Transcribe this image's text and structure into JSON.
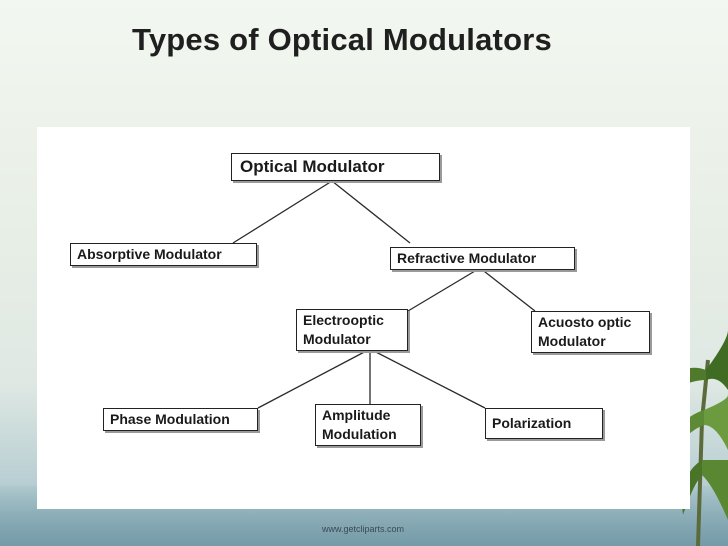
{
  "slide": {
    "title": "Types of Optical Modulators",
    "credit": "www.getcliparts.com"
  },
  "diagram": {
    "root": "Optical Modulator",
    "absorptive": "Absorptive Modulator",
    "refractive": "Refractive Modulator",
    "electrooptic_line1": "Electrooptic",
    "electrooptic_line2": "Modulator",
    "acousto_line1": "Acuosto optic",
    "acousto_line2": "Modulator",
    "phase": "Phase Modulation",
    "amplitude_line1": "Amplitude",
    "amplitude_line2": "Modulation",
    "polarization": "Polarization"
  }
}
